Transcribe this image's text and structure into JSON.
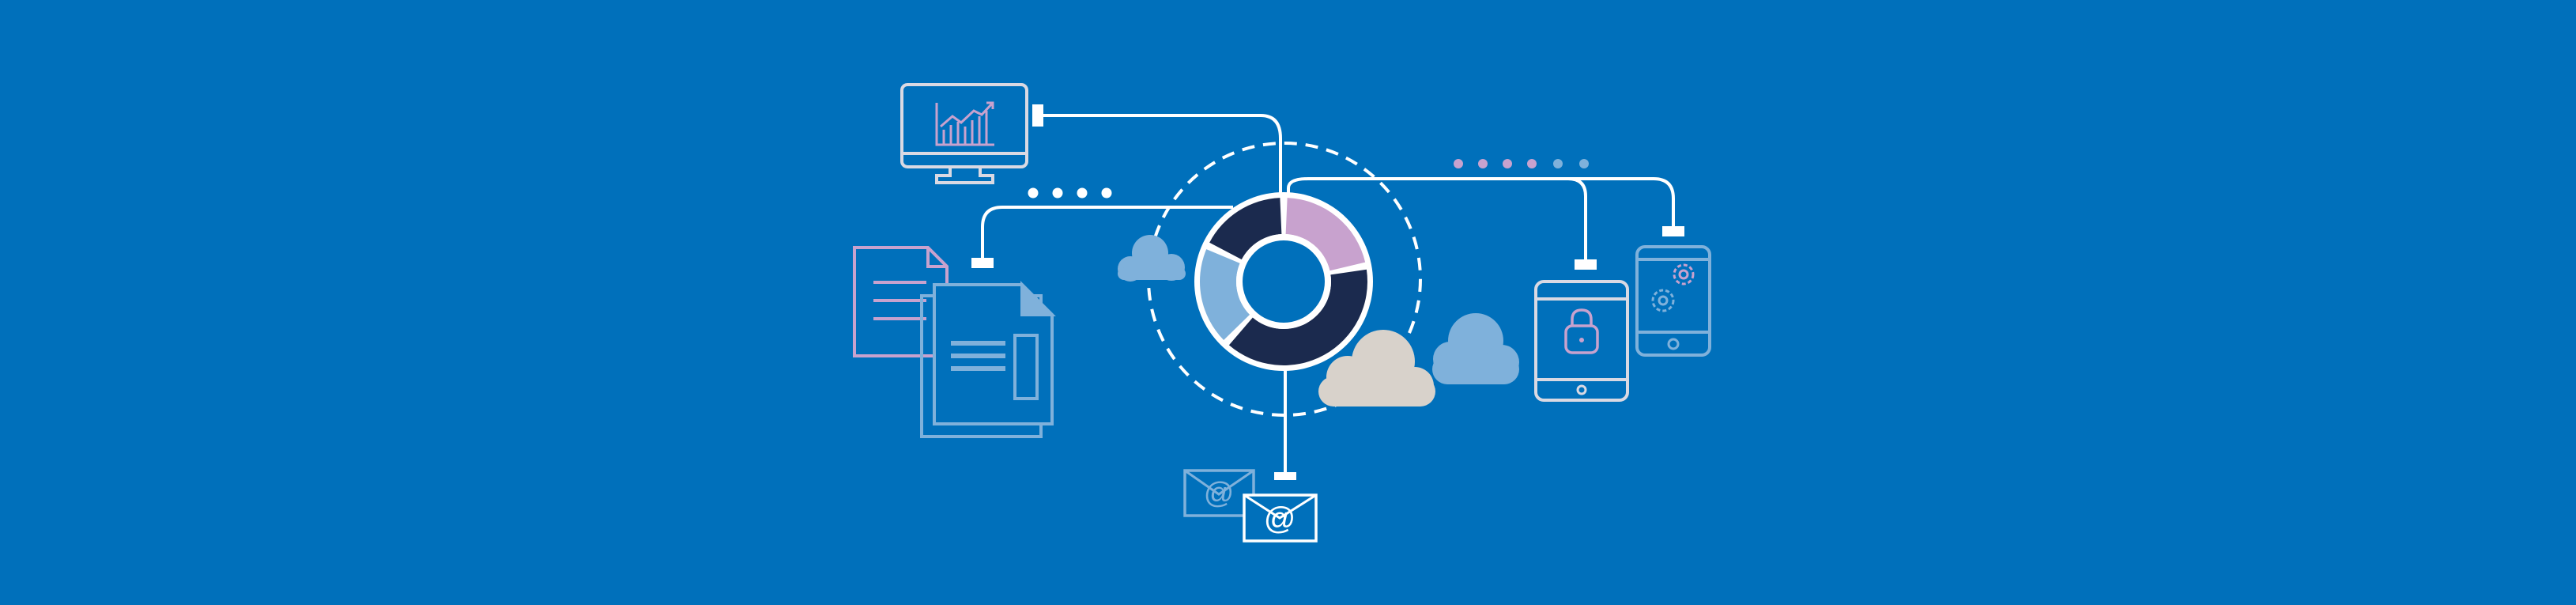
{
  "colors": {
    "background": "#0070BB",
    "line": "#FFFFFF",
    "navy": "#1B2A4E",
    "lilac": "#C8A2CE",
    "light_blue": "#7FB1DB",
    "cloud_beige": "#D8D2CB",
    "cloud_blue": "#7FB1DB"
  },
  "donut": {
    "segments": [
      {
        "name": "lilac",
        "value": 22
      },
      {
        "name": "navy-large",
        "value": 40
      },
      {
        "name": "light-blue",
        "value": 20
      },
      {
        "name": "navy-small",
        "value": 18
      }
    ]
  },
  "icons": {
    "monitor": "monitor-chart-icon",
    "documents": "documents-icon",
    "tablet": "tablet-lock-icon",
    "phone": "phone-gears-icon",
    "email": "email-icon",
    "cloud": "cloud-icon"
  },
  "email_symbol": "@"
}
